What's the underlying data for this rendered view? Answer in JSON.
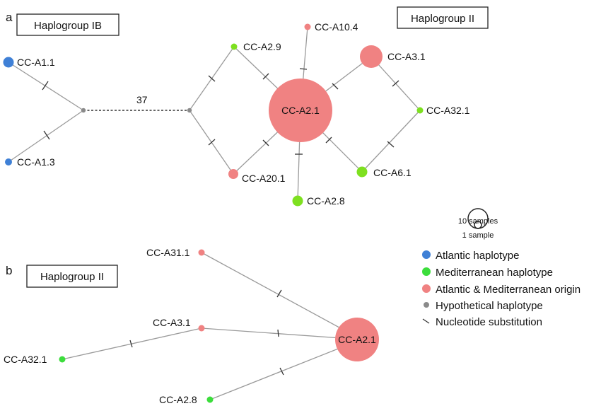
{
  "colors": {
    "atlantic": "#3f80d6",
    "mediterranean": "#7ee020",
    "mediterranean_b": "#3cdd3c",
    "both": "#f08282",
    "hypothetical": "#8a8a8a",
    "edge": "#9a9a9a"
  },
  "panel_a": {
    "letter": "a",
    "haplogroup_ib": "Haplogroup IB",
    "haplogroup_ii": "Haplogroup II",
    "dashed_count": "37",
    "nodes": {
      "a1_1": "CC-A1.1",
      "a1_3": "CC-A1.3",
      "a2_9": "CC-A2.9",
      "a10_4": "CC-A10.4",
      "a3_1": "CC-A3.1",
      "a2_1": "CC-A2.1",
      "a32_1": "CC-A32.1",
      "a20_1": "CC-A20.1",
      "a6_1": "CC-A6.1",
      "a2_8": "CC-A2.8"
    }
  },
  "panel_b": {
    "letter": "b",
    "haplogroup_ii": "Haplogroup II",
    "nodes": {
      "a31_1": "CC-A31.1",
      "a3_1": "CC-A3.1",
      "a32_1": "CC-A32.1",
      "a2_8": "CC-A2.8",
      "a2_1": "CC-A2.1"
    }
  },
  "scale": {
    "large": "10 samples",
    "small": "1 sample"
  },
  "legend": [
    {
      "label": "Atlantic haplotype",
      "icon": "blue-circle"
    },
    {
      "label": "Mediterranean haplotype",
      "icon": "green-circle"
    },
    {
      "label": "Atlantic & Mediterranean origin",
      "icon": "pink-circle"
    },
    {
      "label": "Hypothetical haplotype",
      "icon": "grey-circle"
    },
    {
      "label": "Nucleotide substitution",
      "icon": "tick-mark"
    }
  ]
}
